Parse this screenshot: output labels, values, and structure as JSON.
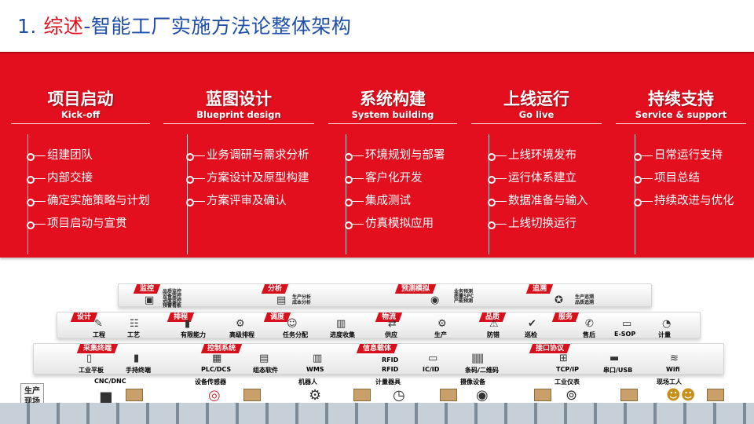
{
  "title": {
    "number": "1.",
    "highlight": "综述",
    "rest": "-智能工厂实施方法论整体架构"
  },
  "phases": [
    {
      "name": "项目启动",
      "en": "Kick-off",
      "items": [
        "组建团队",
        "内部交接",
        "确定实施策略与计划",
        "项目启动与宣贯"
      ]
    },
    {
      "name": "蓝图设计",
      "en": "Blueprint design",
      "items": [
        "业务调研与需求分析",
        "方案设计及原型构建",
        "方案评审及确认"
      ]
    },
    {
      "name": "系统构建",
      "en": "System building",
      "items": [
        "环境规划与部署",
        "客户化开发",
        "集成测试",
        "仿真模拟应用"
      ]
    },
    {
      "name": "上线运行",
      "en": "Go live",
      "items": [
        "上线环境发布",
        "运行体系建立",
        "数据准备与输入",
        "上线切换运行"
      ]
    },
    {
      "name": "持续支持",
      "en": "Service & support",
      "items": [
        "日常运行支持",
        "项目总结",
        "持续改进与优化"
      ]
    }
  ],
  "diagram": {
    "layer1": {
      "chips": [
        "监控",
        "分析",
        "预测模拟",
        "追溯"
      ],
      "captions": [
        "品质监控\n设备监控\n进度监控\n预警看板",
        "生产分析\n成本分析",
        "业务预测\n质量SPC\n产能预测",
        "生产追溯\n品质追溯"
      ]
    },
    "layer2": {
      "chips": [
        "设计",
        "排程",
        "调度",
        "物流",
        "品质",
        "服务"
      ],
      "captions": [
        "工程",
        "工艺",
        "有限能力",
        "高级排程",
        "任务分配",
        "进度收集",
        "供应",
        "生产",
        "防错",
        "巡检",
        "售后",
        "E-SOP",
        "计量"
      ]
    },
    "layer3": {
      "chips": [
        "采集终端",
        "控制系统",
        "信息载体",
        "接口协议"
      ],
      "captions": [
        "工业平板",
        "手持终端",
        "PLC/DCS",
        "组态软件",
        "WMS",
        "RFID",
        "IC/ID",
        "条码/二维码",
        "TCP/IP",
        "串口/USB",
        "Wifi"
      ],
      "rfid_word": "RFID"
    },
    "layer4": {
      "labels": [
        "CNC/DNC",
        "设备传感器",
        "机器人",
        "计量器具",
        "摄像设备",
        "工业仪表",
        "现场工人"
      ],
      "gateway": "生产\n现场"
    }
  },
  "colors": {
    "brand_red": "#e30f1f",
    "title_blue": "#1f4fa8"
  }
}
